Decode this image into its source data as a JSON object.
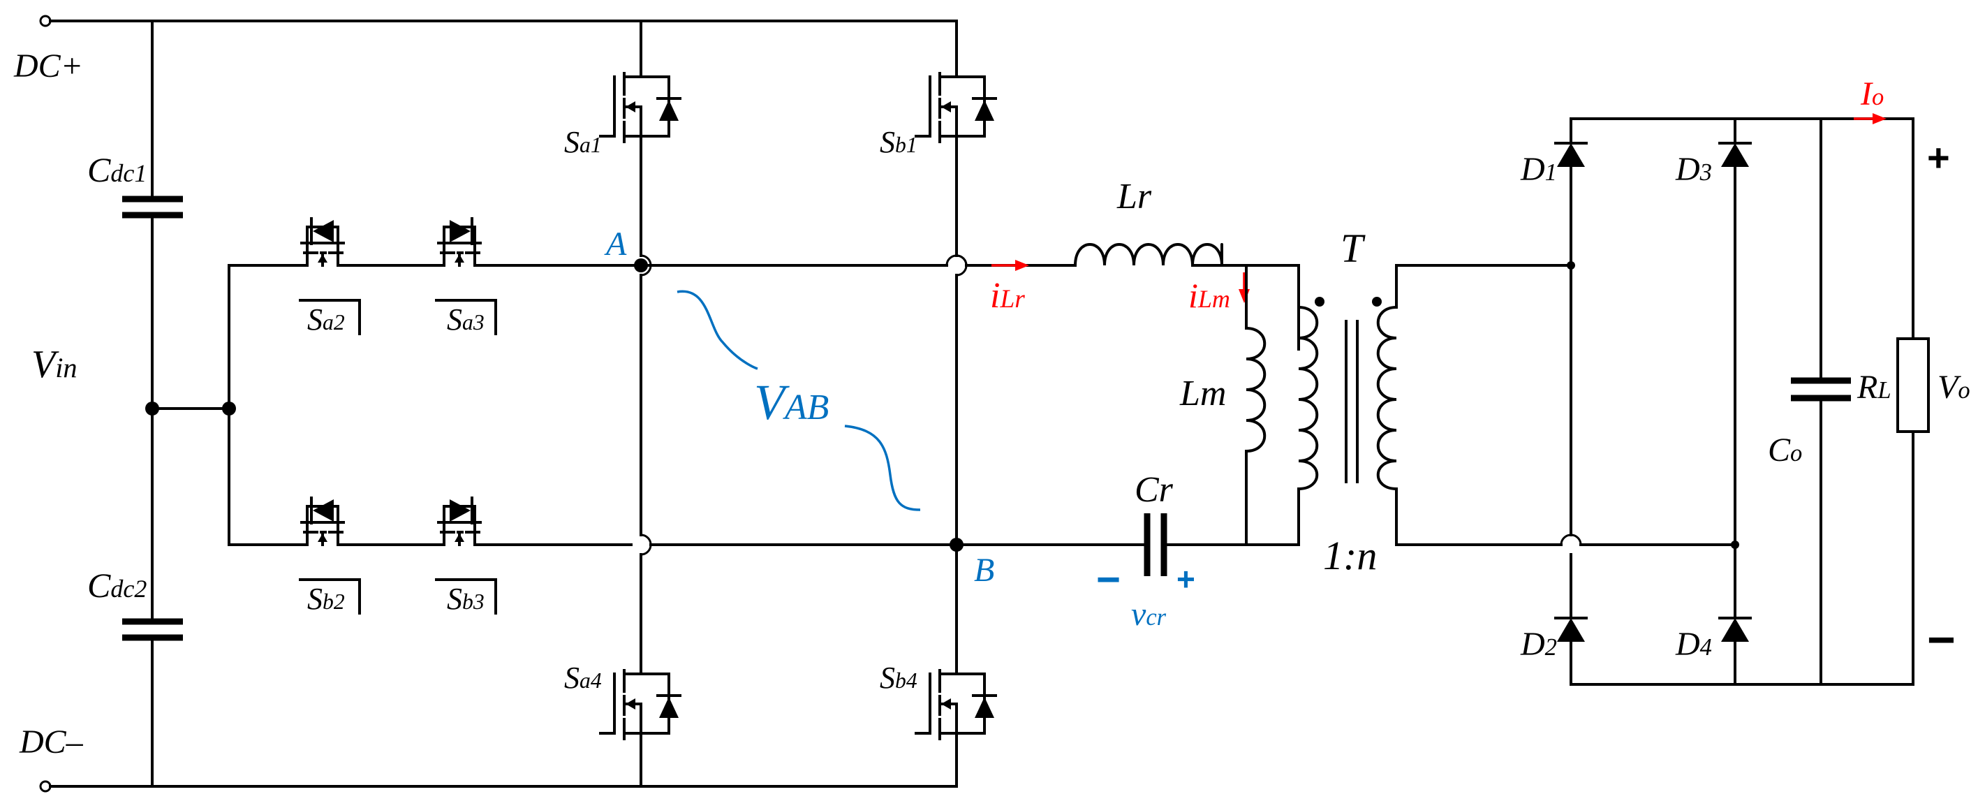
{
  "labels": {
    "dc_plus": "DC+",
    "dc_minus": "DC–",
    "vin": {
      "main": "V",
      "sub": "in"
    },
    "cdc1": {
      "main": "C",
      "sub": "dc1"
    },
    "cdc2": {
      "main": "C",
      "sub": "dc2"
    },
    "sa1": {
      "main": "S",
      "sub": "a1"
    },
    "sb1": {
      "main": "S",
      "sub": "b1"
    },
    "sa2": {
      "main": "S",
      "sub": "a2"
    },
    "sa3": {
      "main": "S",
      "sub": "a3"
    },
    "sb2": {
      "main": "S",
      "sub": "b2"
    },
    "sb3": {
      "main": "S",
      "sub": "b3"
    },
    "sa4": {
      "main": "S",
      "sub": "a4"
    },
    "sb4": {
      "main": "S",
      "sub": "b4"
    },
    "node_a": "A",
    "node_b": "B",
    "vab": {
      "main": "V",
      "sub": "AB"
    },
    "lr": "Lr",
    "ilr": {
      "main": "i",
      "sub": "Lr"
    },
    "ilm": {
      "main": "i",
      "sub": "Lm"
    },
    "lm": "Lm",
    "cr": "Cr",
    "vcr": {
      "main": "v",
      "sub": "cr"
    },
    "vcr_minus": "−",
    "vcr_plus": "+",
    "transformer": "T",
    "ratio": "1:n",
    "d1": {
      "main": "D",
      "sub": "1"
    },
    "d2": {
      "main": "D",
      "sub": "2"
    },
    "d3": {
      "main": "D",
      "sub": "3"
    },
    "d4": {
      "main": "D",
      "sub": "4"
    },
    "io": {
      "main": "I",
      "sub": "o"
    },
    "co": {
      "main": "C",
      "sub": "o"
    },
    "rl": {
      "main": "R",
      "sub": "L"
    },
    "vo": {
      "main": "V",
      "sub": "o"
    },
    "out_plus": "+",
    "out_minus": "−"
  },
  "colors": {
    "wire": "#000000",
    "node_label": "#0070c0",
    "current_arrow": "#ff0000"
  }
}
